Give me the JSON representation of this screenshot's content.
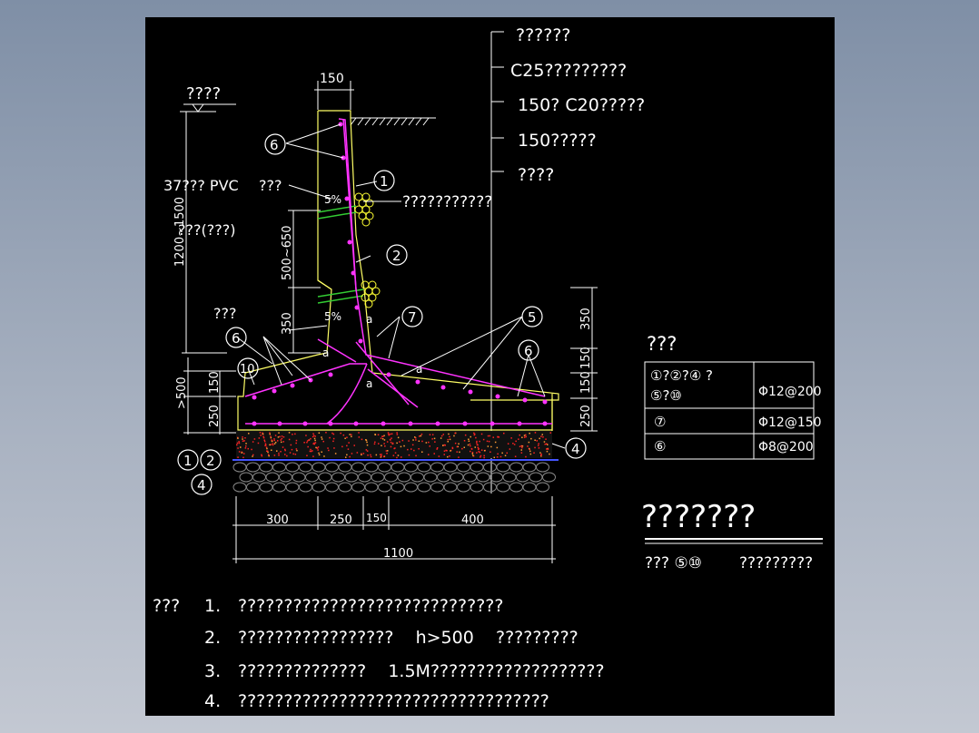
{
  "layers": [
    "??????",
    "C25?????????",
    "150? C20?????",
    "150?????",
    "????"
  ],
  "top_left_label": "????",
  "wall_thickness": "150",
  "pvc_label": "37??? PVC",
  "pvc_label_2": "???",
  "slope_upper": "5%",
  "slope_lower": "5%",
  "gravel_label": "???????????",
  "height_range": "1200~1500",
  "label_left_mid": "???(???)",
  "range_500_650": "500~650",
  "dim_350_left": "350",
  "label_left_low": "???",
  "dim_gt500": ">500",
  "dim_150_left": "150",
  "dim_250_left": "250",
  "dim_350_right": "350",
  "dim_150_right_a": "150",
  "dim_150_right_b": "150",
  "dim_250_right": "250",
  "bottom_dims": [
    "300",
    "250",
    "150",
    "400"
  ],
  "total_width": "1100",
  "angle_mark": "a",
  "callouts": [
    "6",
    "1",
    "2",
    "7",
    "5",
    "6",
    "6",
    "10",
    "4",
    "1",
    "2",
    "4"
  ],
  "rebar_table": {
    "title": "???",
    "rows": [
      {
        "items": "①?②?④ ?\n⑤?⑩",
        "spec": "Φ12@200"
      },
      {
        "items": "⑦",
        "spec": "Φ12@150"
      },
      {
        "items": "⑥",
        "spec": "Φ8@200"
      }
    ]
  },
  "drawing_title": "???????",
  "subtitle_left": "??? ⑤⑩",
  "subtitle_right": "?????????",
  "notes_label": "???",
  "notes": [
    {
      "num": "1.",
      "text": "?????????????????????????????"
    },
    {
      "num": "2.",
      "text": "?????????????????    h>500    ?????????"
    },
    {
      "num": "3.",
      "text": "??????????????    1.5M???????????????????"
    },
    {
      "num": "4.",
      "text": "??????????????????????????????????"
    }
  ]
}
